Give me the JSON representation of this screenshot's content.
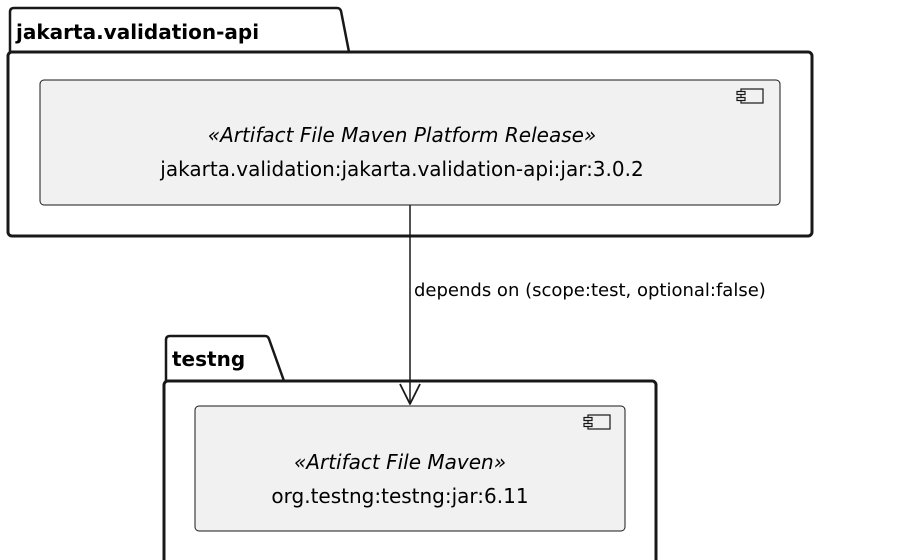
{
  "packages": [
    {
      "label": "jakarta.validation-api",
      "component": {
        "stereotype": "«Artifact File Maven Platform Release»",
        "name": "jakarta.validation:jakarta.validation-api:jar:3.0.2",
        "icon": "component-icon"
      }
    },
    {
      "label": "testng",
      "component": {
        "stereotype": "«Artifact File Maven»",
        "name": "org.testng:testng:jar:6.11",
        "icon": "component-icon"
      }
    }
  ],
  "edge": {
    "label": "depends on (scope:test, optional:false)"
  },
  "colors": {
    "component_fill": "#f1f1f1",
    "stroke": "#181818",
    "background": "#ffffff"
  }
}
